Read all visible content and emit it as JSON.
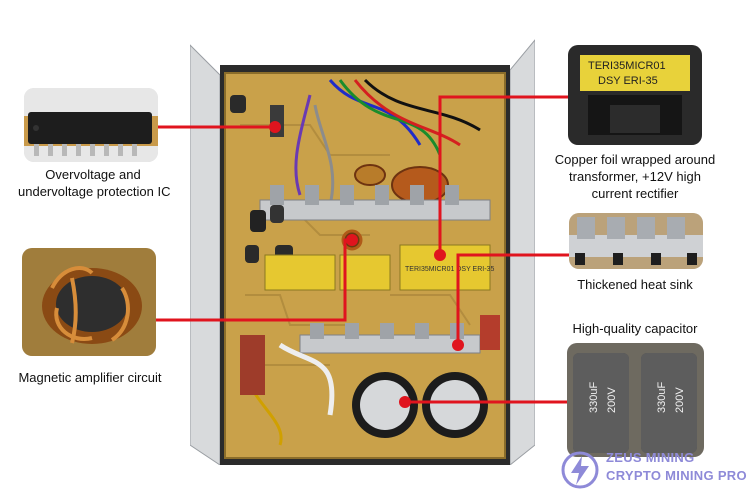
{
  "callouts": {
    "ic": {
      "caption_lines": [
        "Overvoltage and",
        "undervoltage protection IC"
      ]
    },
    "amplifier": {
      "caption_lines": [
        "Magnetic amplifier circuit"
      ]
    },
    "transformer": {
      "caption_lines": [
        "Copper foil wrapped around",
        "transformer, +12V high",
        "current rectifier"
      ],
      "marking_lines": [
        "TERI35MICR01",
        "DSY ERI-35"
      ]
    },
    "heatsink": {
      "caption_lines": [
        "Thickened heat sink"
      ]
    },
    "capacitor": {
      "caption_lines": [
        "High-quality capacitor"
      ],
      "marking_lines": [
        "330uF",
        "200V"
      ]
    }
  },
  "board": {
    "transformer_marking": "TERI35MICR01 DSY ERI-35"
  },
  "watermark": {
    "line1": "ZEUS MINING",
    "line2": "CRYPTO MINING PRO"
  },
  "colors": {
    "pointer": "#e0141e",
    "board": "#c9a14a",
    "watermark": "#8e8ad8"
  }
}
